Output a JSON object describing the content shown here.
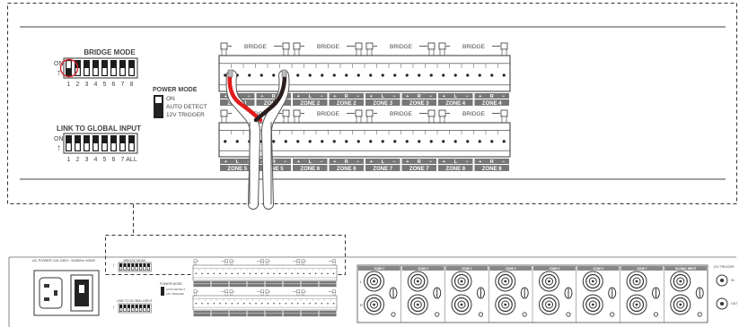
{
  "zoom": {
    "dip1": {
      "on_label": "ON",
      "title": "BRIDGE MODE",
      "numbers": [
        "1",
        "2",
        "3",
        "4",
        "5",
        "6",
        "7",
        "8"
      ],
      "down": [
        false,
        true,
        true,
        true,
        true,
        true,
        true,
        true
      ]
    },
    "power": {
      "title": "POWER MODE",
      "options": [
        "ON",
        "AUTO DETECT",
        "12V TRIGGER"
      ]
    },
    "dip2": {
      "on_label": "ON",
      "title": "LINK TO GLOBAL INPUT",
      "numbers": [
        "1",
        "2",
        "3",
        "4",
        "5",
        "6",
        "7",
        "ALL"
      ],
      "down": [
        true,
        true,
        true,
        true,
        true,
        true,
        true,
        true
      ]
    },
    "bridge_label": "BRIDGE",
    "top_zone_labels": [
      "ZONE 1",
      "ZONE 1",
      "ZONE 2",
      "ZONE 2",
      "ZONE 3",
      "ZONE 3",
      "ZONE 4",
      "ZONE 4"
    ],
    "bottom_zone_labels": [
      "ZONE 5",
      "ZONE 5",
      "ZONE 6",
      "ZONE 6",
      "ZONE 7",
      "ZONE 7",
      "ZONE 8",
      "ZONE 8"
    ],
    "pin_labels": [
      "+",
      "L",
      "−",
      "+",
      "R",
      "−"
    ],
    "wire_colors": {
      "red": "#e21b1b",
      "black": "#2a1d1d"
    }
  },
  "panel": {
    "power_label": "AC POWER 115-240V~  50/60Hz  500W",
    "bridge_label": "BRIDGE",
    "power_mode_title": "POWER MODE",
    "power_mode_options": [
      "AUTO DETECT",
      "12V TRIGGER"
    ],
    "dip1_title": "BRIDGE MODE",
    "dip2_title": "LINK TO GLOBAL INPUT",
    "zone_input_labels": [
      "ZONE 1",
      "ZONE 2",
      "ZONE 3",
      "ZONE 4",
      "ZONE 5",
      "ZONE 6",
      "ZONE 7",
      "GLOBAL INPUT"
    ],
    "trigger_title": "12V TRIGGER",
    "trigger_labels": [
      "IN",
      "OUT"
    ],
    "rca_labels": [
      "L",
      "R"
    ]
  }
}
